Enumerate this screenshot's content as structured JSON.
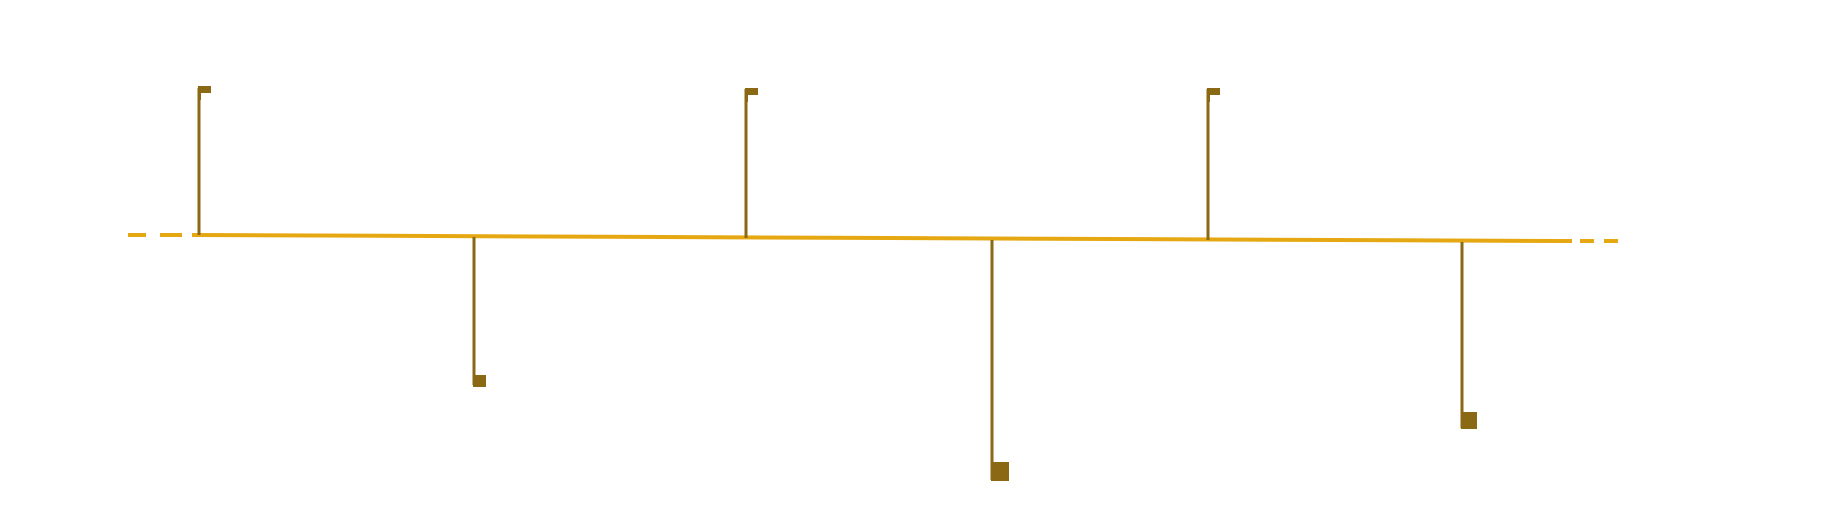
{
  "diagram": {
    "type": "timeline",
    "colors": {
      "axis": "#E5A812",
      "stem": "#8B6914",
      "flag": "#8B6914",
      "background": "#FFFFFF"
    },
    "axis": {
      "continues_left": true,
      "continues_right": true,
      "style": "solid with dashed ends"
    },
    "events": [
      {
        "direction": "up",
        "label": ""
      },
      {
        "direction": "down",
        "label": ""
      },
      {
        "direction": "up",
        "label": ""
      },
      {
        "direction": "down",
        "label": ""
      },
      {
        "direction": "up",
        "label": ""
      },
      {
        "direction": "down",
        "label": ""
      }
    ]
  }
}
